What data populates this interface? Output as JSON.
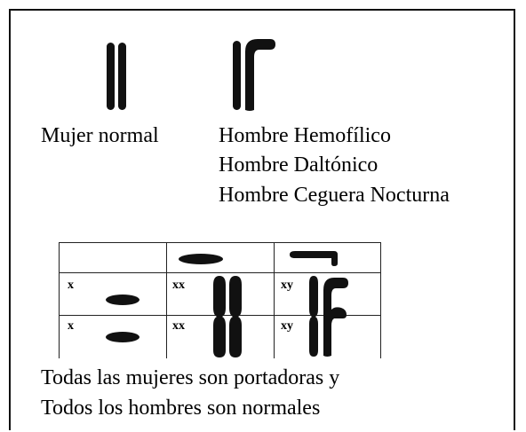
{
  "legend": {
    "female_label": "Mujer normal",
    "male_labels": [
      "Hombre Hemofílico",
      "Hombre Daltónico",
      "Hombre Ceguera Nocturna"
    ]
  },
  "punnett": {
    "row_labels": [
      "x",
      "x"
    ],
    "cells": [
      [
        "xx",
        "xy"
      ],
      [
        "xx",
        "xy"
      ]
    ]
  },
  "conclusion": {
    "line1": "Todas las mujeres son portadoras y",
    "line2": "Todos los hombres son normales"
  }
}
